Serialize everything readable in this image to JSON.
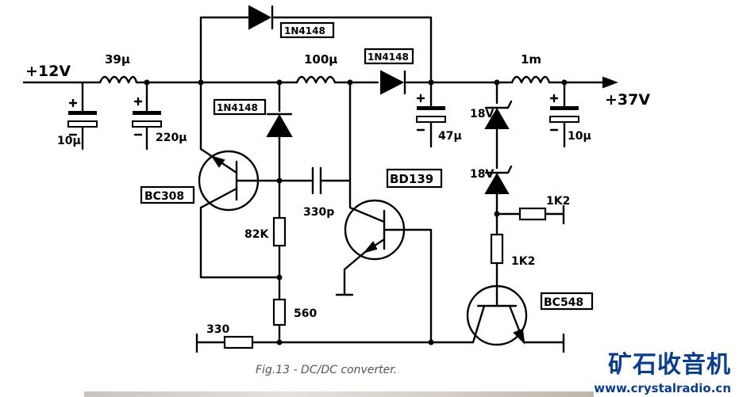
{
  "labels": {
    "vin": "+12V",
    "vout": "+37V",
    "l1": "39µ",
    "l2": "100µ",
    "l3": "1m",
    "c1": "10µ",
    "c2": "220µ",
    "c3": "47µ",
    "c4": "10µ",
    "c5": "330p",
    "d_top": "1N4148",
    "d_mid": "1N4148",
    "d_left": "1N4148",
    "z1": "18V",
    "z2": "18V",
    "q1": "BC308",
    "q2": "BD139",
    "q3": "BC548",
    "r1": "82K",
    "r2": "560",
    "r3": "330",
    "r4": "1K2",
    "r5": "1K2"
  },
  "caption": "Fig.13 - DC/DC converter.",
  "watermark": {
    "name": "矿石收音机",
    "url": "www.crystalradio.cn"
  },
  "colors": {
    "ink": "#000000",
    "caption": "#555555",
    "watermark": "#0a3d8c"
  }
}
